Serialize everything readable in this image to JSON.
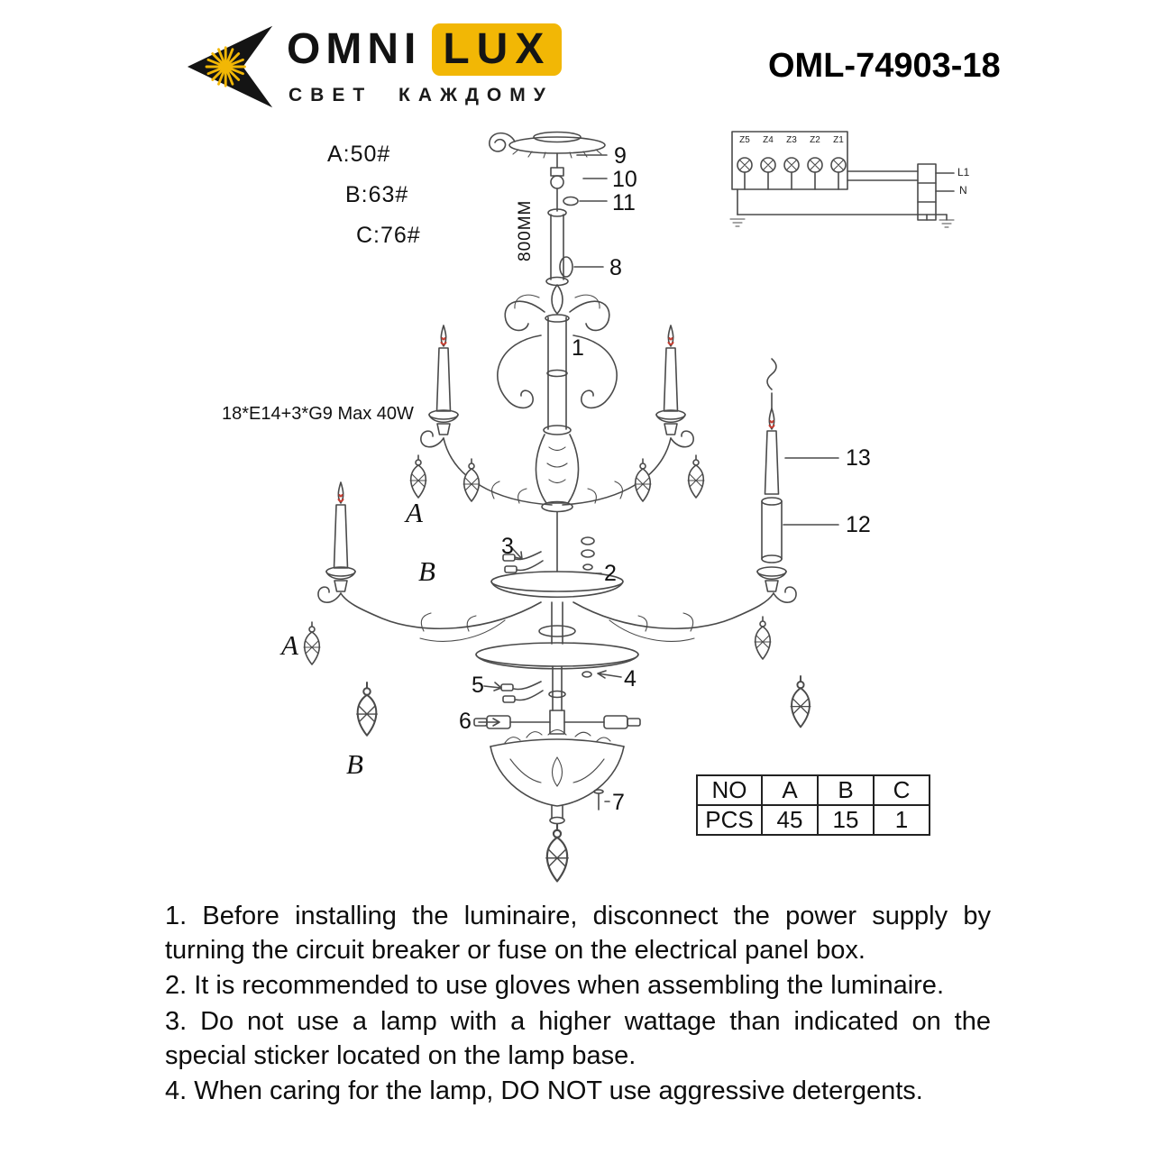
{
  "brand": {
    "omni": "OMNI",
    "lux": "LUX",
    "tagline": "СВЕТ КАЖДОМУ"
  },
  "header": {
    "model": "OML-74903-18"
  },
  "colors": {
    "brand_yellow": "#f2b705",
    "flame_red": "#c43b2f",
    "line_art": "#4a4a4a"
  },
  "specs": {
    "size_a": "A:50#",
    "size_b": "B:63#",
    "size_c": "C:76#",
    "lamp": "18*E14+3*G9 Max 40W",
    "suspension_height": "800MM"
  },
  "part_labels": {
    "a": "A",
    "b": "B"
  },
  "callouts": {
    "n1": "1",
    "n2": "2",
    "n3": "3",
    "n4": "4",
    "n5": "5",
    "n6": "6",
    "n7": "7",
    "n8": "8",
    "n9": "9",
    "n10": "10",
    "n11": "11",
    "n12": "12",
    "n13": "13"
  },
  "wiring": {
    "terminals": [
      "Z5",
      "Z4",
      "Z3",
      "Z2",
      "Z1"
    ],
    "line_label": "L1",
    "neutral_label": "N"
  },
  "parts_table": {
    "headers": [
      "NO",
      "A",
      "B",
      "C"
    ],
    "row_label": "PCS",
    "values": [
      "45",
      "15",
      "1"
    ]
  },
  "instructions": [
    "1. Before installing the luminaire, disconnect the power supply by turning the circuit breaker or fuse on the electrical panel box.",
    "2. It is recommended to use gloves when assembling the luminaire.",
    "3. Do not use a lamp with a higher wattage than indicated on the special sticker located on the lamp base.",
    "4. When caring for the lamp, DO NOT use aggressive detergents."
  ]
}
